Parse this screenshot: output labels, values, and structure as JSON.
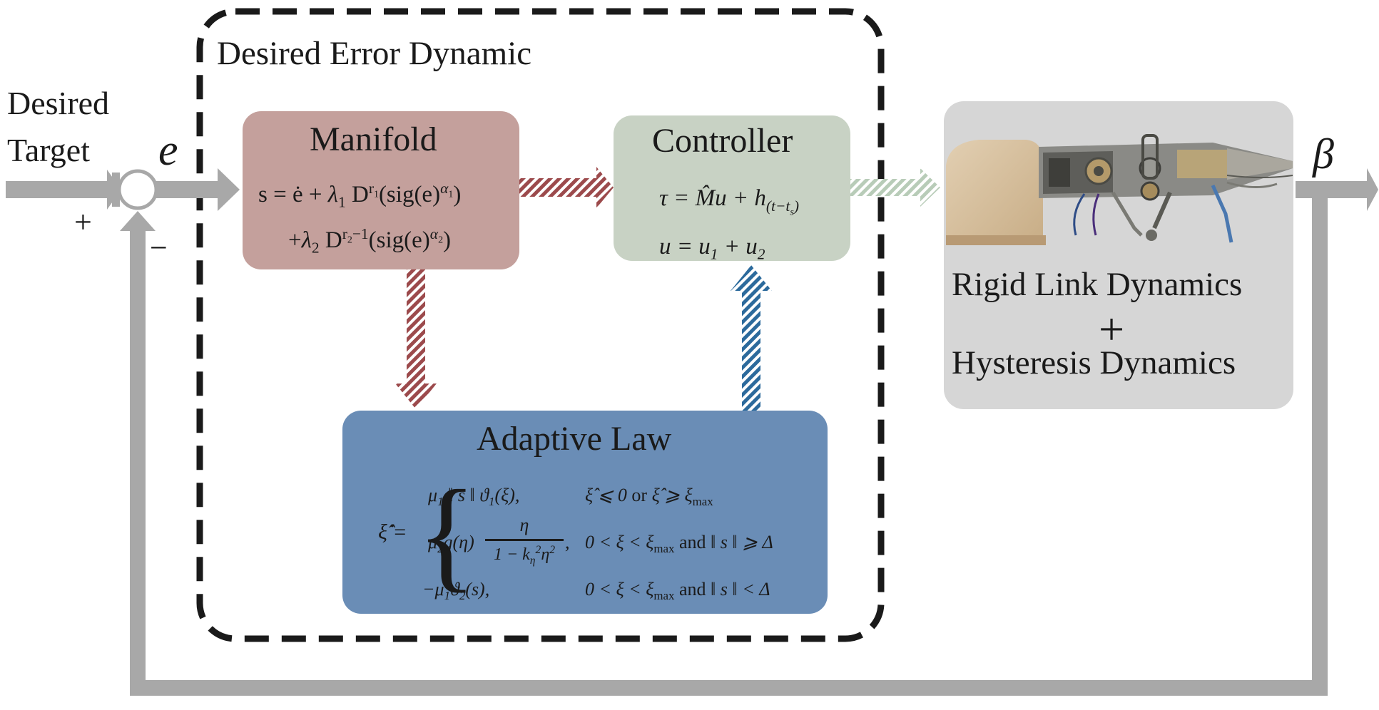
{
  "labels": {
    "desired_line1": "Desired",
    "desired_line2": "Target",
    "plus": "+",
    "minus": "−",
    "error": "e",
    "output": "β",
    "group_title": "Desired Error Dynamic",
    "manifold_title": "Manifold",
    "controller_title": "Controller",
    "adaptive_title": "Adaptive Law",
    "plant_line1": "Rigid Link Dynamics",
    "plant_plus": "+",
    "plant_line2": "Hysteresis Dynamics"
  },
  "colors": {
    "arrow_gray": "#a8a8a8",
    "manifold_fill": "#c4a09c",
    "controller_fill": "#c8d2c4",
    "adaptive_fill": "#6a8db6",
    "plant_fill": "#d6d6d6",
    "hatch_red": "#9c4a4c",
    "hatch_blue": "#2c6a9c",
    "hatch_green": "#b8ccb8",
    "dash": "#1a1a1a"
  },
  "icons": {
    "plant_image": "robot-arm-photo"
  }
}
